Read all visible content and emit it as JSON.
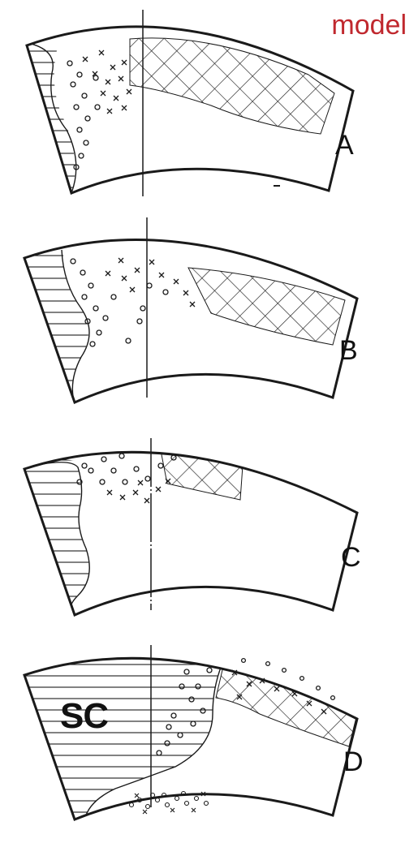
{
  "title": "model",
  "title_color": "#c0282e",
  "ink_color": "#1a1a1a",
  "panels": [
    {
      "label": "A",
      "region_label": ""
    },
    {
      "label": "B",
      "region_label": ""
    },
    {
      "label": "C",
      "region_label": ""
    },
    {
      "label": "D",
      "region_label": "SC"
    }
  ]
}
